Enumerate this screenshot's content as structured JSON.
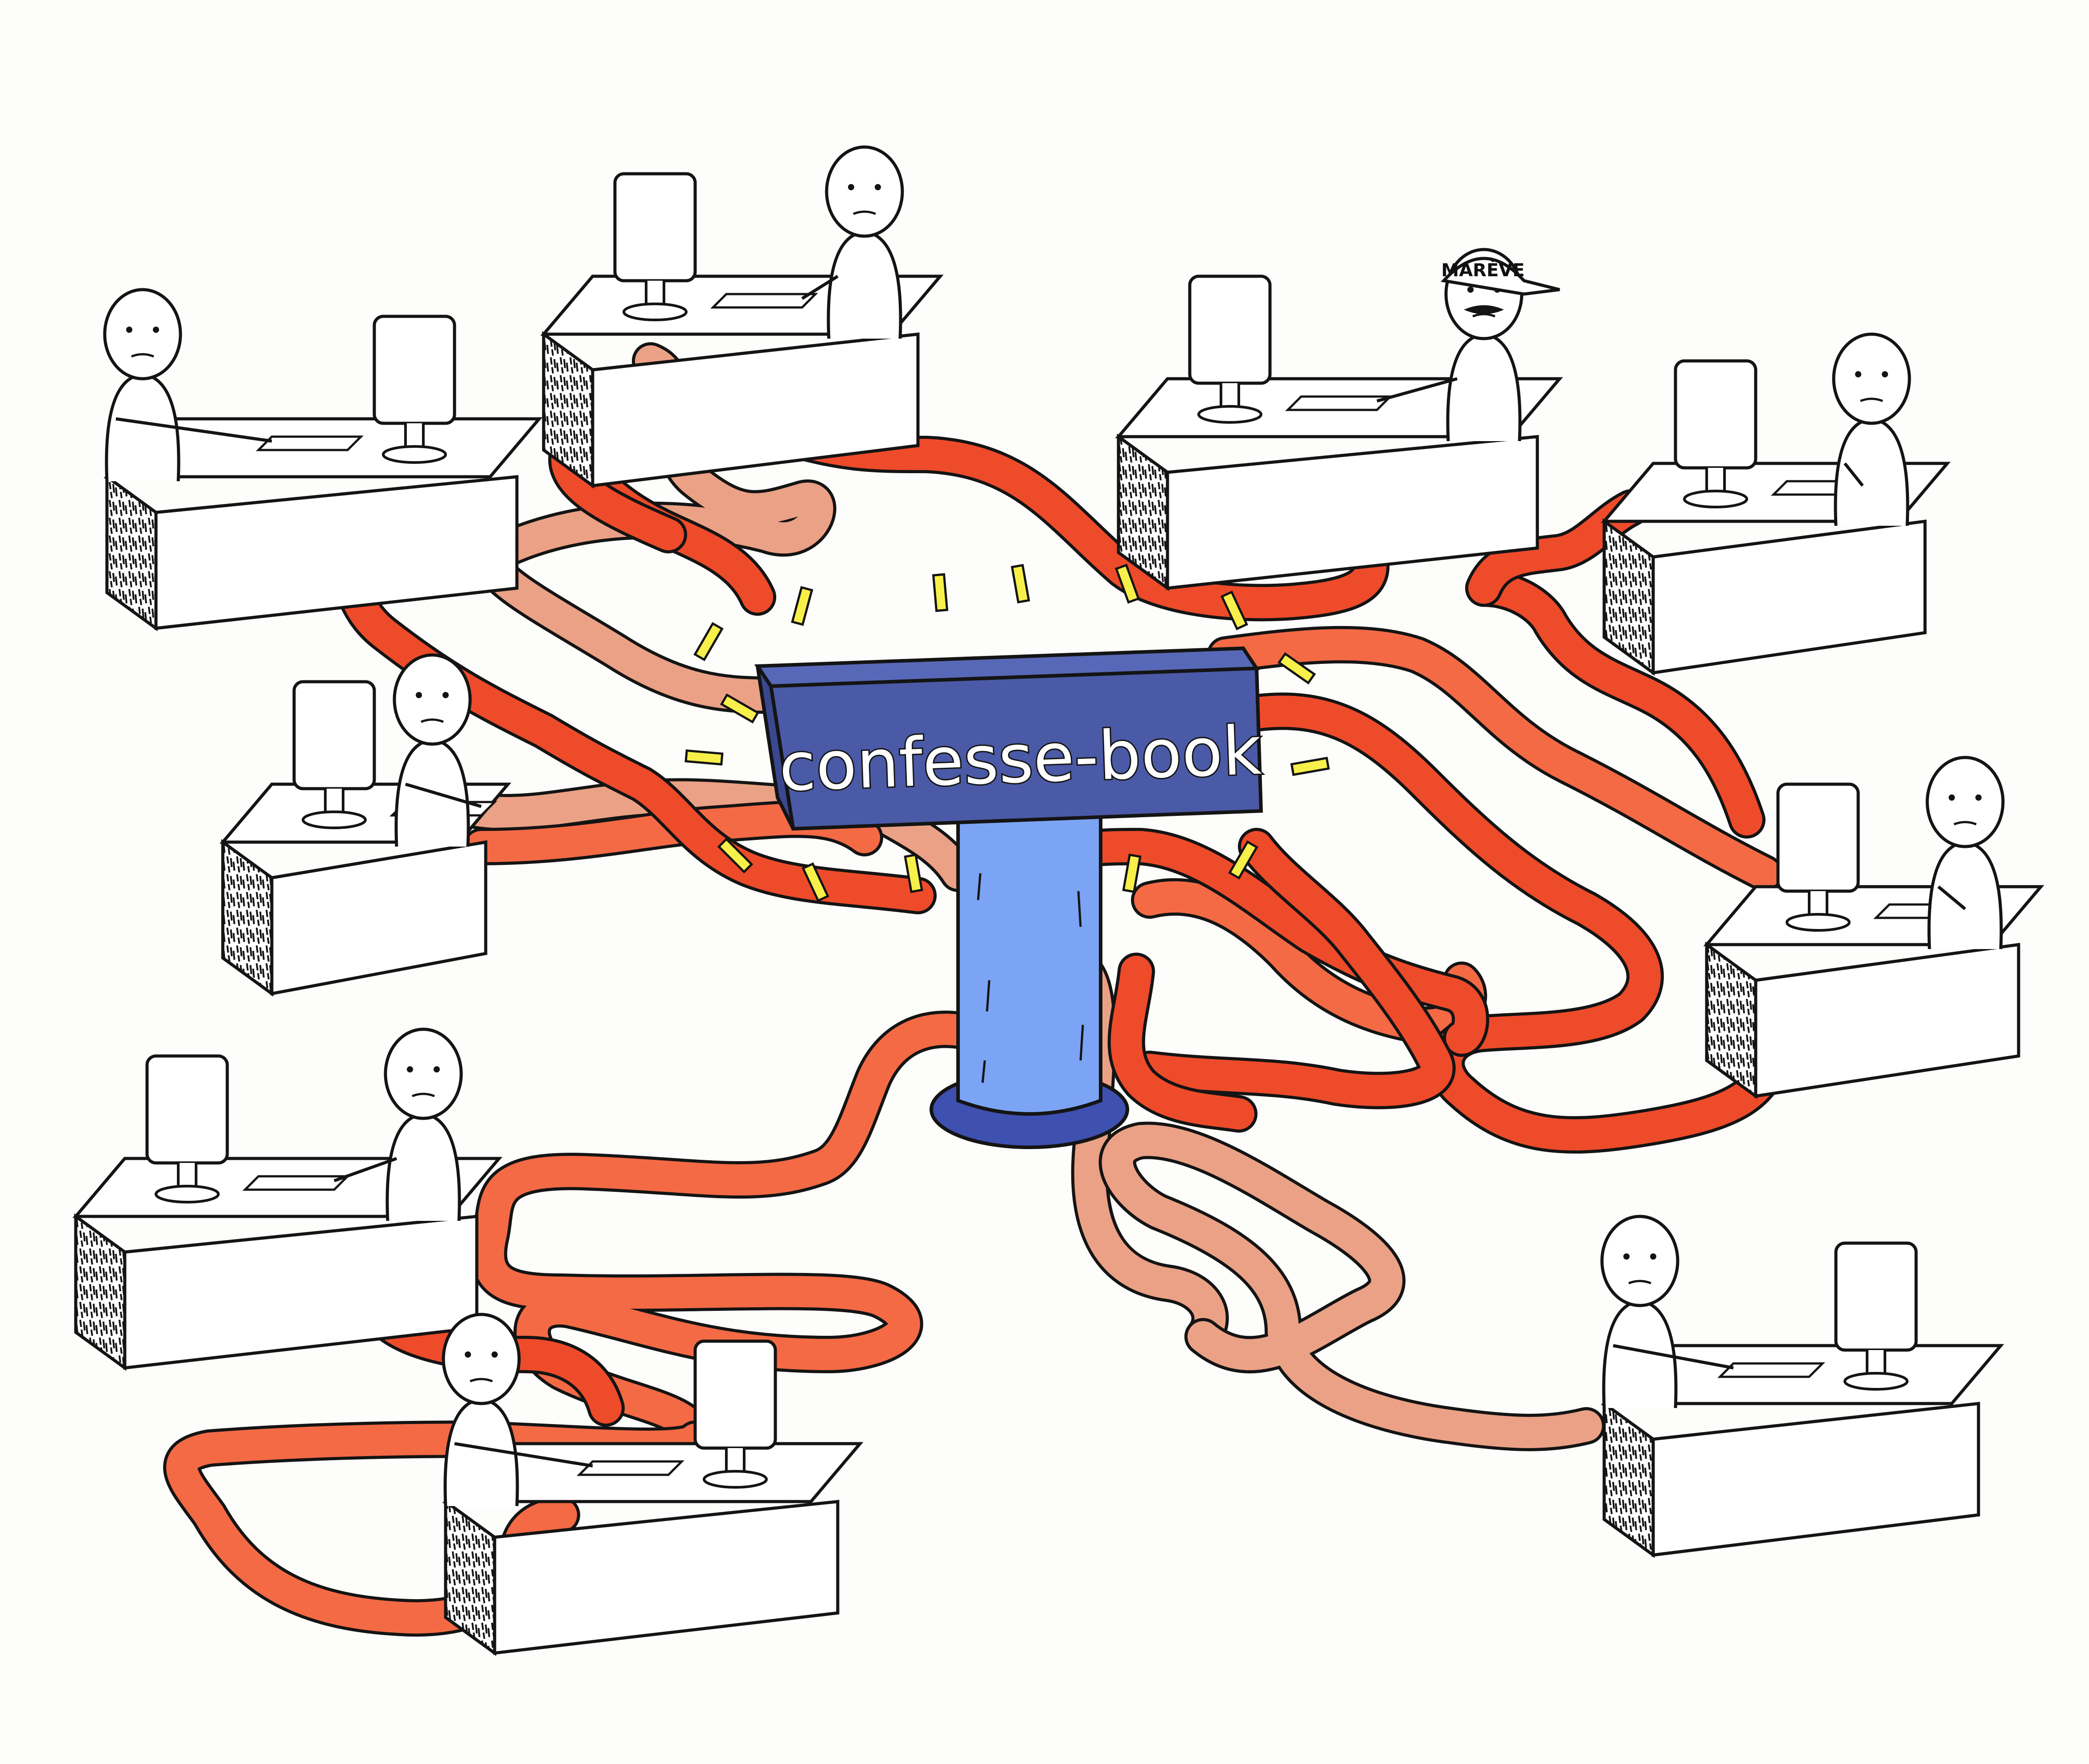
{
  "server": {
    "label": "confesse-book"
  },
  "cap_text": "MARÈVE",
  "colors": {
    "background": "#fdfdfb",
    "cable_dark": "#ee4b2b",
    "cable_mid": "#f46a45",
    "cable_light": "#eba185",
    "server_box": "#4a5aa6",
    "server_pillar": "#7ca4f4",
    "server_base": "#3e50b0",
    "glow": "#f8f04a",
    "ink": "#141414"
  },
  "workstations": [
    {
      "name": "workstation-top-left-chubby"
    },
    {
      "name": "workstation-top-center-striped"
    },
    {
      "name": "workstation-top-right-cap"
    },
    {
      "name": "workstation-far-right-bald"
    },
    {
      "name": "workstation-left-girl-pigtails"
    },
    {
      "name": "workstation-right-woman"
    },
    {
      "name": "workstation-left-old-man"
    },
    {
      "name": "workstation-bottom-center-baby"
    },
    {
      "name": "workstation-bottom-right-longhair"
    }
  ]
}
